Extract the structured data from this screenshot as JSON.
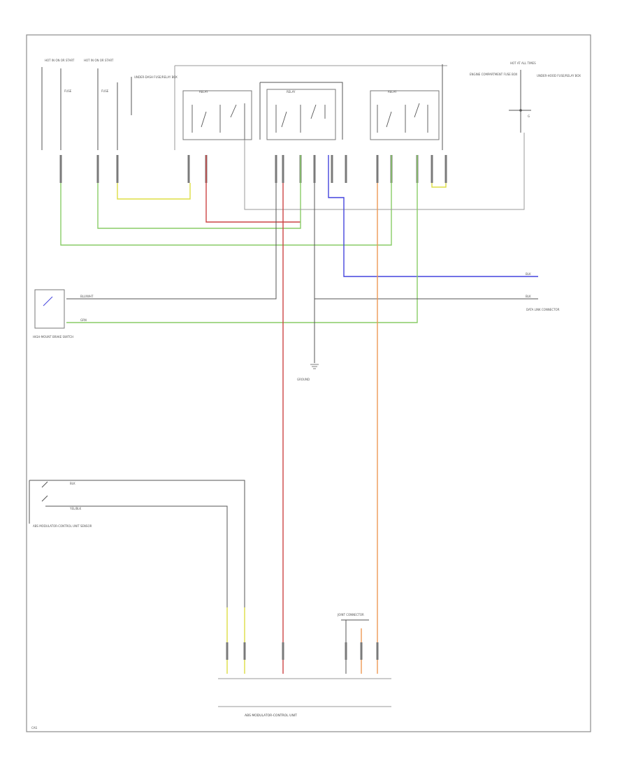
{
  "diagram": {
    "top_labels": {
      "hot_1": "HOT IN ON OR START",
      "hot_2": "HOT IN ON OR START",
      "fuse_1": "FUSE",
      "fuse_2": "FUSE",
      "relay_box": "UNDER-DASH FUSE/RELAY BOX",
      "relay_a": "RELAY",
      "relay_b": "RELAY",
      "relay_c": "RELAY",
      "power_dist": "ENGINE COMPARTMENT FUSE BOX",
      "hot_3": "HOT AT ALL TIMES",
      "under_hood": "UNDER-HOOD FUSE/RELAY BOX",
      "ground_label": "G"
    },
    "middle_labels": {
      "left_switch": "HIGH-MOUNT BRAKE SWITCH",
      "wire_1": "BLU/WHT",
      "wire_2": "GRN",
      "center_ground": "GROUND",
      "right_conn": "DATA LINK CONNECTOR",
      "wire_3": "BLK",
      "wire_4": "BLK"
    },
    "lower_labels": {
      "left_sensor": "ABS MODULATOR-CONTROL UNIT SENSOR",
      "wire_5": "BLK",
      "wire_6": "YEL/BLK",
      "bottom_conn": "JOINT CONNECTOR",
      "bottom_module": "ABS MODULATOR-CONTROL UNIT"
    },
    "corner_label": "CAS"
  }
}
